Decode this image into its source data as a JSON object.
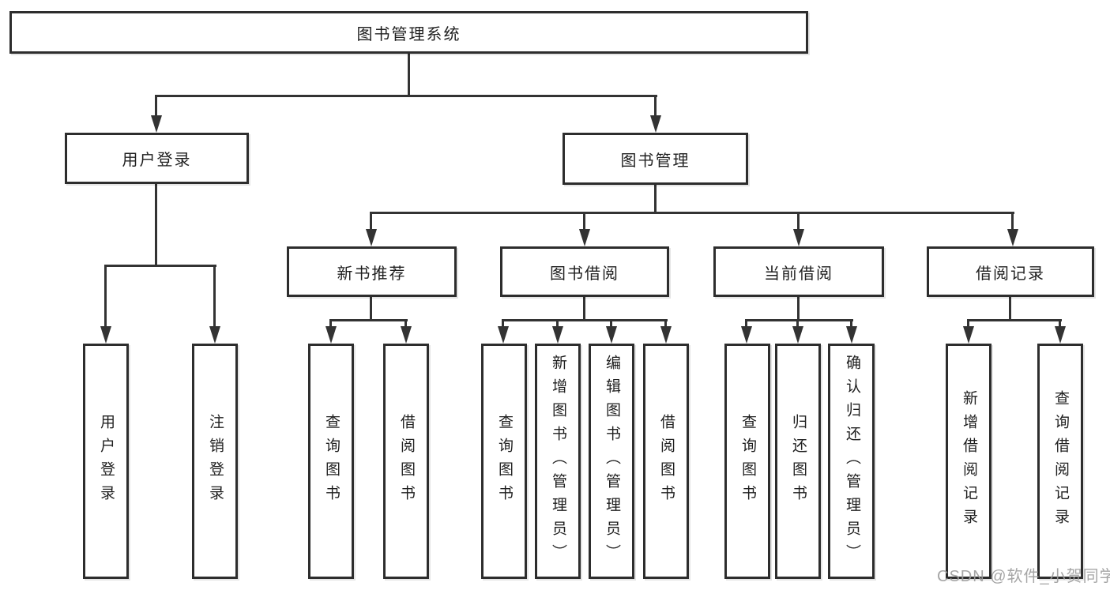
{
  "diagram": {
    "type": "hierarchy-flowchart",
    "title": "图书管理系统",
    "colors": {
      "background": "#ffffff",
      "box_fill": "#ffffff",
      "box_border": "#2d2d2d",
      "line": "#333333",
      "text": "#1f1f1f",
      "watermark": "#9e9e9e"
    }
  },
  "nodes": {
    "root": {
      "label": "图书管理系统",
      "level": 1
    },
    "user_login": {
      "label": "用户登录",
      "level": 2
    },
    "book_mgmt": {
      "label": "图书管理",
      "level": 2
    },
    "new_book_rec": {
      "label": "新书推荐",
      "level": 3
    },
    "book_borrow": {
      "label": "图书借阅",
      "level": 3
    },
    "current_borrow": {
      "label": "当前借阅",
      "level": 3
    },
    "borrow_history": {
      "label": "借阅记录",
      "level": 3
    },
    "login": {
      "label": "用户登录",
      "level": 4
    },
    "logout": {
      "label": "注销登录",
      "level": 4
    },
    "rec_query_book": {
      "label": "查询图书",
      "level": 4
    },
    "rec_borrow_book": {
      "label": "借阅图书",
      "level": 4
    },
    "bb_query_book": {
      "label": "查询图书",
      "level": 4
    },
    "bb_add_book": {
      "label": "新增图书（管理员）",
      "level": 4
    },
    "bb_edit_book": {
      "label": "编辑图书（管理员）",
      "level": 4
    },
    "bb_borrow_book": {
      "label": "借阅图书",
      "level": 4
    },
    "cb_query_book": {
      "label": "查询图书",
      "level": 4
    },
    "cb_return_book": {
      "label": "归还图书",
      "level": 4
    },
    "cb_confirm_return": {
      "label": "确认归还（管理员）",
      "level": 4
    },
    "bh_add_record": {
      "label": "新增借阅记录",
      "level": 4
    },
    "bh_query_record": {
      "label": "查询借阅记录",
      "level": 4
    }
  },
  "edges": [
    {
      "from": "root",
      "to": "user_login"
    },
    {
      "from": "root",
      "to": "book_mgmt"
    },
    {
      "from": "user_login",
      "to": "login"
    },
    {
      "from": "user_login",
      "to": "logout"
    },
    {
      "from": "book_mgmt",
      "to": "new_book_rec"
    },
    {
      "from": "book_mgmt",
      "to": "book_borrow"
    },
    {
      "from": "book_mgmt",
      "to": "current_borrow"
    },
    {
      "from": "book_mgmt",
      "to": "borrow_history"
    },
    {
      "from": "new_book_rec",
      "to": "rec_query_book"
    },
    {
      "from": "new_book_rec",
      "to": "rec_borrow_book"
    },
    {
      "from": "book_borrow",
      "to": "bb_query_book"
    },
    {
      "from": "book_borrow",
      "to": "bb_add_book"
    },
    {
      "from": "book_borrow",
      "to": "bb_edit_book"
    },
    {
      "from": "book_borrow",
      "to": "bb_borrow_book"
    },
    {
      "from": "current_borrow",
      "to": "cb_query_book"
    },
    {
      "from": "current_borrow",
      "to": "cb_return_book"
    },
    {
      "from": "current_borrow",
      "to": "cb_confirm_return"
    },
    {
      "from": "borrow_history",
      "to": "bh_add_record"
    },
    {
      "from": "borrow_history",
      "to": "bh_query_record"
    }
  ],
  "watermark": {
    "text": "CSDN @软件_小贺同学"
  }
}
